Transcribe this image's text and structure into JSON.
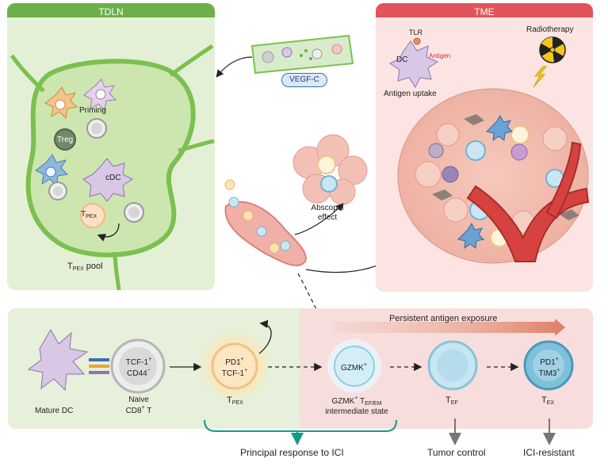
{
  "tdln": {
    "title": "TDLN",
    "priming": "Priming",
    "treg": "Treg",
    "cdc": "cDC",
    "tpex_main": "T",
    "tpex_sub": "PEX",
    "pool_main": "T",
    "pool_sub": "PEX",
    "pool_suffix": " pool"
  },
  "vessel_label": "VEGF-C",
  "tme": {
    "title": "TME",
    "tlr": "TLR",
    "dc": "DC",
    "antigen": "Antigen",
    "antigen_uptake": "Antigen uptake",
    "radiotherapy": "Radiotherapy"
  },
  "abscopal": {
    "line1": "Abscopal",
    "line2": "effect"
  },
  "bottom": {
    "persistent": "Persistent antigen exposure",
    "mature_dc": "Mature DC",
    "naive_marker1": "TCF-1",
    "naive_marker1_sup": "+",
    "naive_marker2": "CD44",
    "naive_marker2_sup": "−",
    "naive_label1": "Naive",
    "naive_label2_pre": "CD8",
    "naive_label2_sup": "+",
    "naive_label2_post": " T",
    "tpex_marker1": "PD1",
    "tpex_marker1_sup": "+",
    "tpex_marker2": "TCF-1",
    "tpex_marker2_sup": "+",
    "tpex_label_main": "T",
    "tpex_label_sub": "PEX",
    "gzmk_marker": "GZMK",
    "gzmk_marker_sup": "+",
    "gzmk_label_pre": "GZMK",
    "gzmk_label_sup": "+",
    "gzmk_label_T": " T",
    "gzmk_label_sub": "EF/EM",
    "gzmk_label2": "intermediate state",
    "tef_main": "T",
    "tef_sub": "EF",
    "tex_marker1": "PD1",
    "tex_marker1_sup": "+",
    "tex_marker2": "TIM3",
    "tex_marker2_sup": "+",
    "tex_main": "T",
    "tex_sub": "EX",
    "outcome_ici": "Principal response to ICI",
    "outcome_tumor": "Tumor control",
    "outcome_resistant": "ICI-resistant"
  },
  "colors": {
    "tdln_header": "#6bb04a",
    "tdln_bg": "#e4f0d6",
    "node_fill": "#cde6b0",
    "node_border": "#7cc04f",
    "tme_header": "#e0545a",
    "tme_bg": "#fbe4e2",
    "bottom_left_bg": "#e6f0da",
    "bottom_right_bg": "#f7dedc",
    "vessel": "#e9968f",
    "gradient_arrow": "#e07e66",
    "bracket": "#129a8a"
  }
}
